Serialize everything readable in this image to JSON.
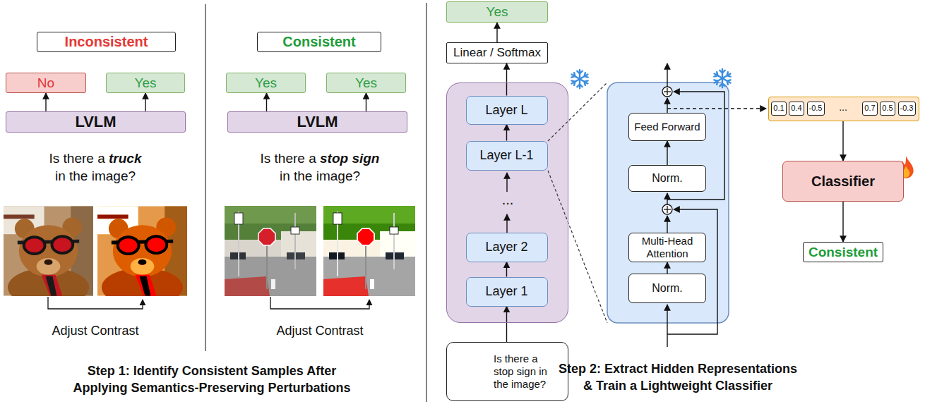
{
  "diagram": {
    "nodes": [
      {
        "text": [
          "Inconsistent"
        ]
      },
      {
        "text": [
          "No"
        ]
      },
      {
        "text": [
          "Yes"
        ]
      },
      {
        "text": [
          "LVLM"
        ]
      },
      {
        "text": [
          "Consistent"
        ]
      },
      {
        "text": [
          "Yes"
        ]
      },
      {
        "text": [
          "Yes"
        ]
      },
      {
        "text": [
          "LVLM"
        ]
      },
      {
        "text": [
          "Yes"
        ]
      },
      {
        "text": [
          "Linear / Softmax"
        ]
      },
      {
        "text": [
          "..."
        ]
      },
      {
        "text": [
          "Layer L"
        ],
        "in": 10
      },
      {
        "text": [
          "Layer L-1"
        ],
        "in": 10
      },
      {
        "text": [
          "Layer 2"
        ],
        "in": 10
      },
      {
        "text": [
          "Layer 1"
        ],
        "in": 10
      },
      {
        "text": [
          "Is there a stop sign in the image?"
        ]
      },
      {
        "text": [
          "Feed Forward"
        ]
      },
      {
        "text": [
          "Norm."
        ]
      },
      {
        "text": [
          "Multi-Head Attention"
        ]
      },
      {
        "text": [
          "Norm."
        ]
      },
      {
        "text": [
          "..."
        ]
      },
      {
        "text": [
          "0.1"
        ],
        "in": 20
      },
      {
        "text": [
          "0.4"
        ],
        "in": 20
      },
      {
        "text": [
          "-0.5"
        ],
        "in": 20
      },
      {
        "text": [
          "0.7"
        ],
        "in": 20
      },
      {
        "text": [
          "0.5"
        ],
        "in": 20
      },
      {
        "text": [
          "-0.3"
        ],
        "in": 20
      },
      {
        "text": [
          "Classifier"
        ]
      },
      {
        "text": [
          "Consistent"
        ]
      }
    ],
    "edges": [
      {
        "from": 3,
        "to": 1,
        "arrow": "to"
      },
      {
        "from": 3,
        "to": 2,
        "arrow": "to"
      },
      {
        "from": 7,
        "to": 5,
        "arrow": "to"
      },
      {
        "from": 7,
        "to": 6,
        "arrow": "to"
      },
      {
        "from": 15,
        "to": 14,
        "arrow": "to"
      },
      {
        "from": 14,
        "to": 13,
        "arrow": "to"
      },
      {
        "from": 12,
        "to": 11,
        "arrow": "to"
      },
      {
        "from": 11,
        "to": 9,
        "arrow": "to"
      },
      {
        "from": 9,
        "to": 8,
        "arrow": "to"
      },
      {
        "from": 19,
        "to": 18,
        "arrow": "to"
      },
      {
        "from": 17,
        "to": 16,
        "arrow": "to"
      },
      {
        "from": 20,
        "to": 27,
        "arrow": "to"
      },
      {
        "from": 27,
        "to": 28,
        "arrow": "to"
      }
    ],
    "labels": [
      "Is there a",
      "truck",
      "in the image?",
      "Adjust Contrast",
      "Is there a",
      "stop sign",
      "in the image?",
      "Adjust Contrast",
      "Step 1: Identify Consistent Samples After Applying Semantics-Preserving Perturbations",
      "Step 2: Extract Hidden Representations & Train a Lightweight Classifier"
    ]
  }
}
